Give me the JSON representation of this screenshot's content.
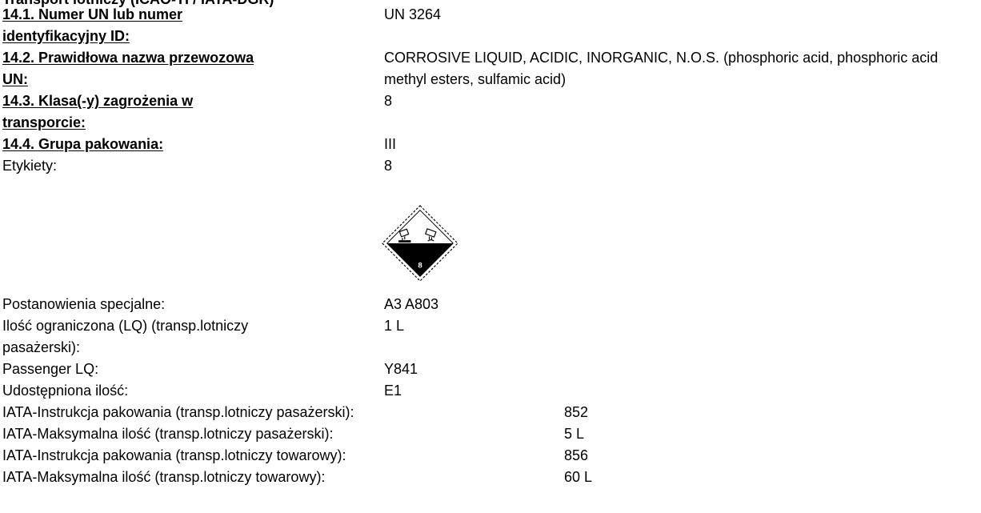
{
  "section_header_cut": "Transport lotniczy (ICAO-TI / IATA-DGR)",
  "rows": [
    {
      "label": "14.1. Numer UN lub numer identyfikacyjny ID:",
      "value": "UN 3264"
    },
    {
      "label": "14.2. Prawidłowa nazwa przewozowa UN:",
      "value": "CORROSIVE LIQUID, ACIDIC, INORGANIC, N.O.S. (phosphoric acid, phosphoric acid methyl esters, sulfamic acid)"
    },
    {
      "label": "14.3. Klasa(-y) zagrożenia w transporcie:",
      "value": "8"
    },
    {
      "label": "14.4. Grupa pakowania:",
      "value": "III"
    },
    {
      "label": "Etykiety:",
      "value": "8"
    },
    {
      "label": "Postanowienia specjalne:",
      "value": "A3 A803"
    },
    {
      "label": "Ilość ograniczona (LQ) (transp.lotniczy pasażerski):",
      "value": "1 L"
    },
    {
      "label": "Passenger LQ:",
      "value": "Y841"
    },
    {
      "label": "Udostępniona ilość:",
      "value": "E1"
    },
    {
      "label": "IATA-Instrukcja pakowania (transp.lotniczy pasażerski):",
      "value": "852"
    },
    {
      "label": "IATA-Maksymalna ilość (transp.lotniczy pasażerski):",
      "value": "5 L"
    },
    {
      "label": "IATA-Instrukcja pakowania (transp.lotniczy towarowy):",
      "value": "856"
    },
    {
      "label": "IATA-Maksymalna ilość (transp.lotniczy towarowy):",
      "value": "60 L"
    }
  ],
  "hazard_label": {
    "icon": "corrosive-class-8-diamond-icon",
    "class_number": "8"
  }
}
